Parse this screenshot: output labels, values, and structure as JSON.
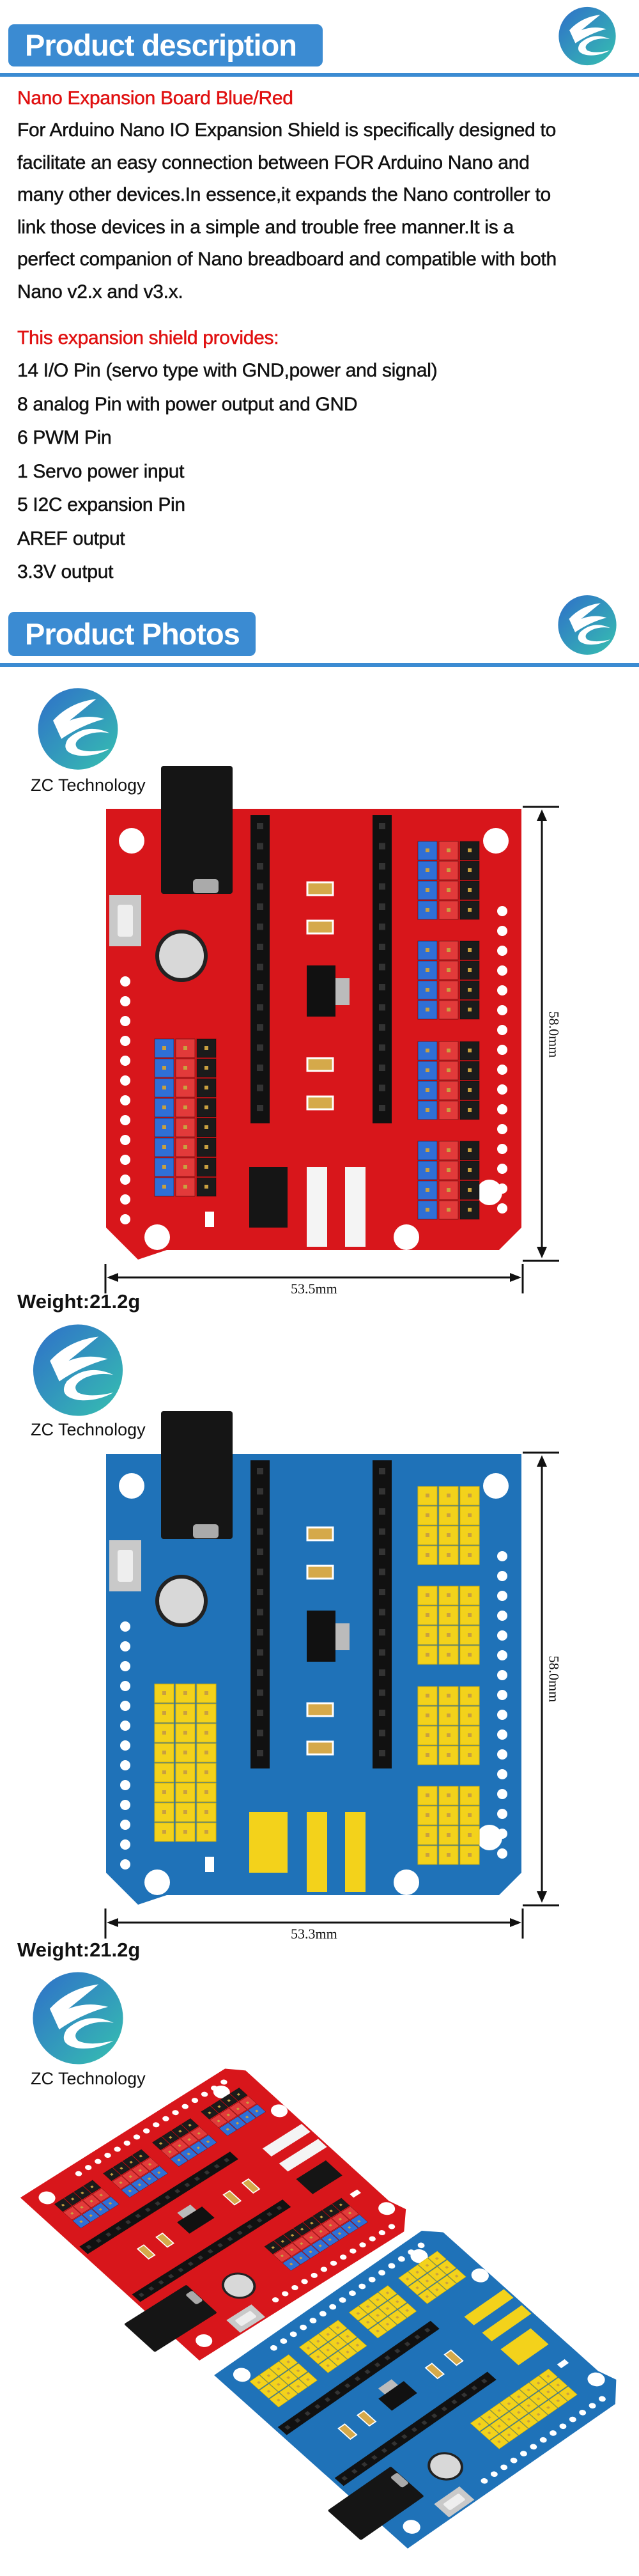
{
  "description": {
    "header": "Product description",
    "subtitle": "Nano Expansion Board Blue/Red",
    "paragraph_lines": [
      "For Arduino Nano IO Expansion Shield is specifically designed to",
      "facilitate an easy connection between FOR Arduino Nano and",
      "many other devices.In essence,it expands the Nano controller to",
      "link those devices in a simple and trouble free manner.It is a",
      "perfect companion of Nano breadboard and compatible with both",
      "Nano v2.x and v3.x."
    ],
    "provides_title": "This expansion shield provides:",
    "features": [
      "14 I/O Pin (servo type with GND,power and signal)",
      "8 analog Pin with power output and GND",
      "6 PWM Pin",
      "1 Servo power input",
      "5 I2C expansion Pin",
      "AREF output",
      "3.3V output"
    ]
  },
  "photos": {
    "header": "Product Photos",
    "brand": "ZC Technology",
    "items": [
      {
        "board": "red",
        "width_label": "53.5mm",
        "height_label": "58.0mm",
        "weight": "Weight:21.2g"
      },
      {
        "board": "blue",
        "width_label": "53.3mm",
        "height_label": "58.0mm",
        "weight": "Weight:21.2g"
      },
      {
        "board": "both"
      }
    ]
  },
  "colors": {
    "accent": "#3b8bd2",
    "highlight": "#e01010",
    "red_pcb": "#d8161b",
    "blue_pcb": "#1f72b8",
    "pin_yellow": "#f3d21b",
    "pin_blue": "#2f6fd6",
    "pin_red": "#e23a3a",
    "pin_black": "#1b1b1b"
  }
}
